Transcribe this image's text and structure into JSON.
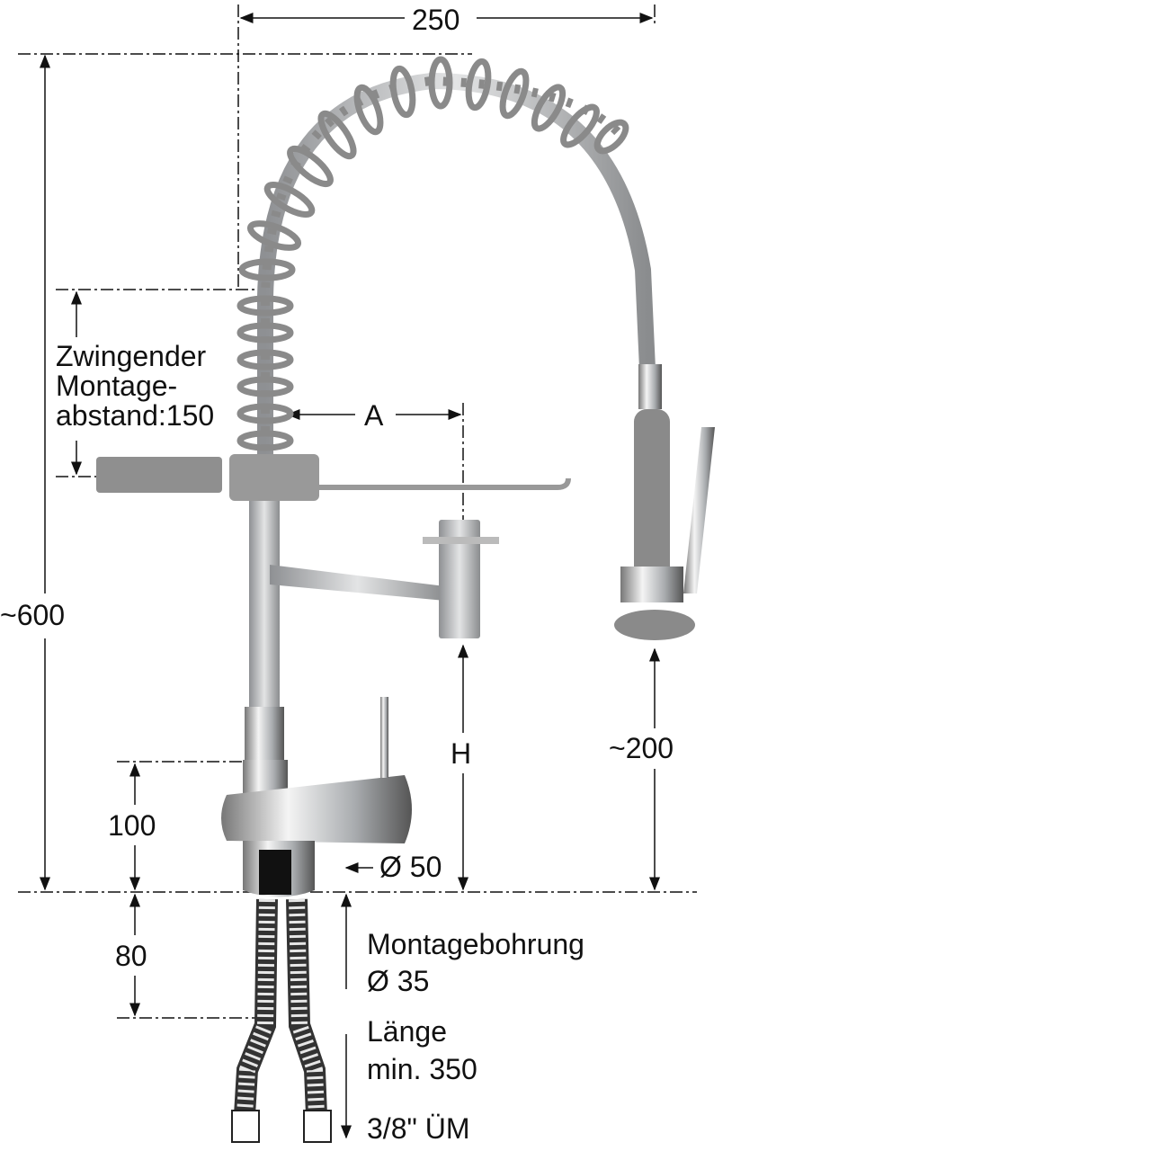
{
  "dimensions": {
    "width_total": "250",
    "height_total": "~600",
    "mounting_note_line1": "Zwingender",
    "mounting_note_line2": "Montage-",
    "mounting_note_line3": "abstand:150",
    "spout_reach": "A",
    "spout_height": "H",
    "spray_height": "~200",
    "body_height": "100",
    "body_diameter": "Ø 50",
    "shank_length": "80"
  },
  "notes": {
    "mounting_hole_title": "Montagebohrung",
    "mounting_hole_diameter": "Ø 35",
    "hose_length_title": "Länge",
    "hose_length_value": "min. 350",
    "connection": "3/8\" ÜM"
  },
  "colors": {
    "line": "#111111",
    "spring": "#8a8a8a",
    "steel": "#c4c6c8",
    "chrome": "#9ea2a6"
  }
}
